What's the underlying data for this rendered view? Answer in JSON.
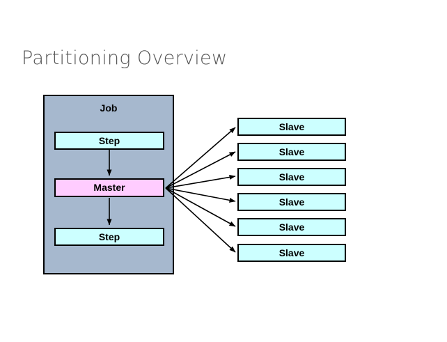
{
  "slide": {
    "title": "Partitioning Overview",
    "background_color": "#ffffff",
    "title_color": "#555555"
  },
  "job": {
    "label": "Job",
    "fill_color": "#a6b8ce",
    "border_color": "#000000",
    "steps": [
      {
        "label": "Step",
        "fill_color": "#ccffff"
      },
      {
        "label": "Master",
        "fill_color": "#ffccff"
      },
      {
        "label": "Step",
        "fill_color": "#ccffff"
      }
    ]
  },
  "slaves": {
    "fill_color": "#ccffff",
    "border_color": "#000000",
    "items": [
      {
        "label": "Slave"
      },
      {
        "label": "Slave"
      },
      {
        "label": "Slave"
      },
      {
        "label": "Slave"
      },
      {
        "label": "Slave"
      },
      {
        "label": "Slave"
      }
    ]
  },
  "connectors": {
    "color": "#000000",
    "master_to_slaves_count": 6,
    "step_to_master": "arrow-down",
    "master_to_step": "arrow-down"
  }
}
